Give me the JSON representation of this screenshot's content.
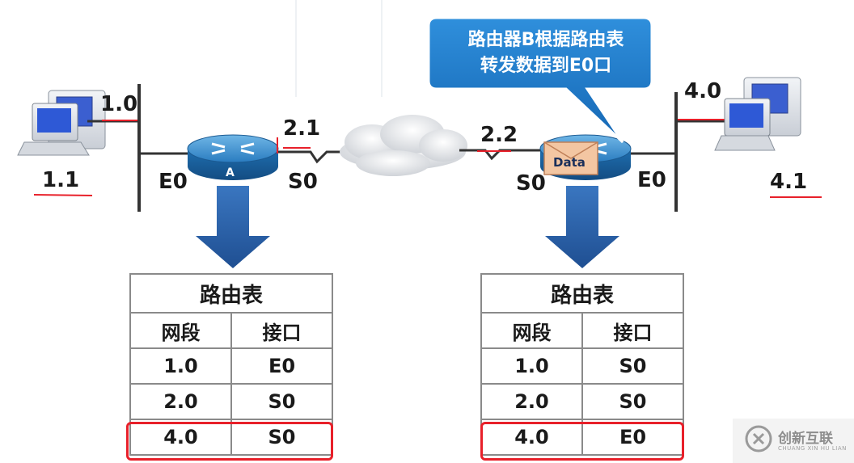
{
  "callout": {
    "line1": "路由器B根据路由表",
    "line2": "转发数据到E0口"
  },
  "left_host": {
    "network": "1.0",
    "host": "1.1"
  },
  "right_host": {
    "network": "4.0",
    "host": "4.1"
  },
  "router_a": {
    "letter": "A",
    "e0": "E0",
    "s0": "S0",
    "s0_ip": "2.1"
  },
  "router_b": {
    "e0": "E0",
    "s0": "S0",
    "s0_ip": "2.2",
    "packet": "Data"
  },
  "table_a": {
    "title": "路由表",
    "headers": [
      "网段",
      "接口"
    ],
    "rows": [
      [
        "1.0",
        "E0"
      ],
      [
        "2.0",
        "S0"
      ],
      [
        "4.0",
        "S0"
      ]
    ]
  },
  "table_b": {
    "title": "路由表",
    "headers": [
      "网段",
      "接口"
    ],
    "rows": [
      [
        "1.0",
        "S0"
      ],
      [
        "2.0",
        "S0"
      ],
      [
        "4.0",
        "E0"
      ]
    ]
  },
  "watermark": {
    "text": "创新互联",
    "sub": "CHUANG XIN HU LIAN"
  },
  "colors": {
    "accent_blue": "#1e78c8",
    "arrow_blue": "#2a5fa8",
    "highlight_red": "#e8202a"
  }
}
